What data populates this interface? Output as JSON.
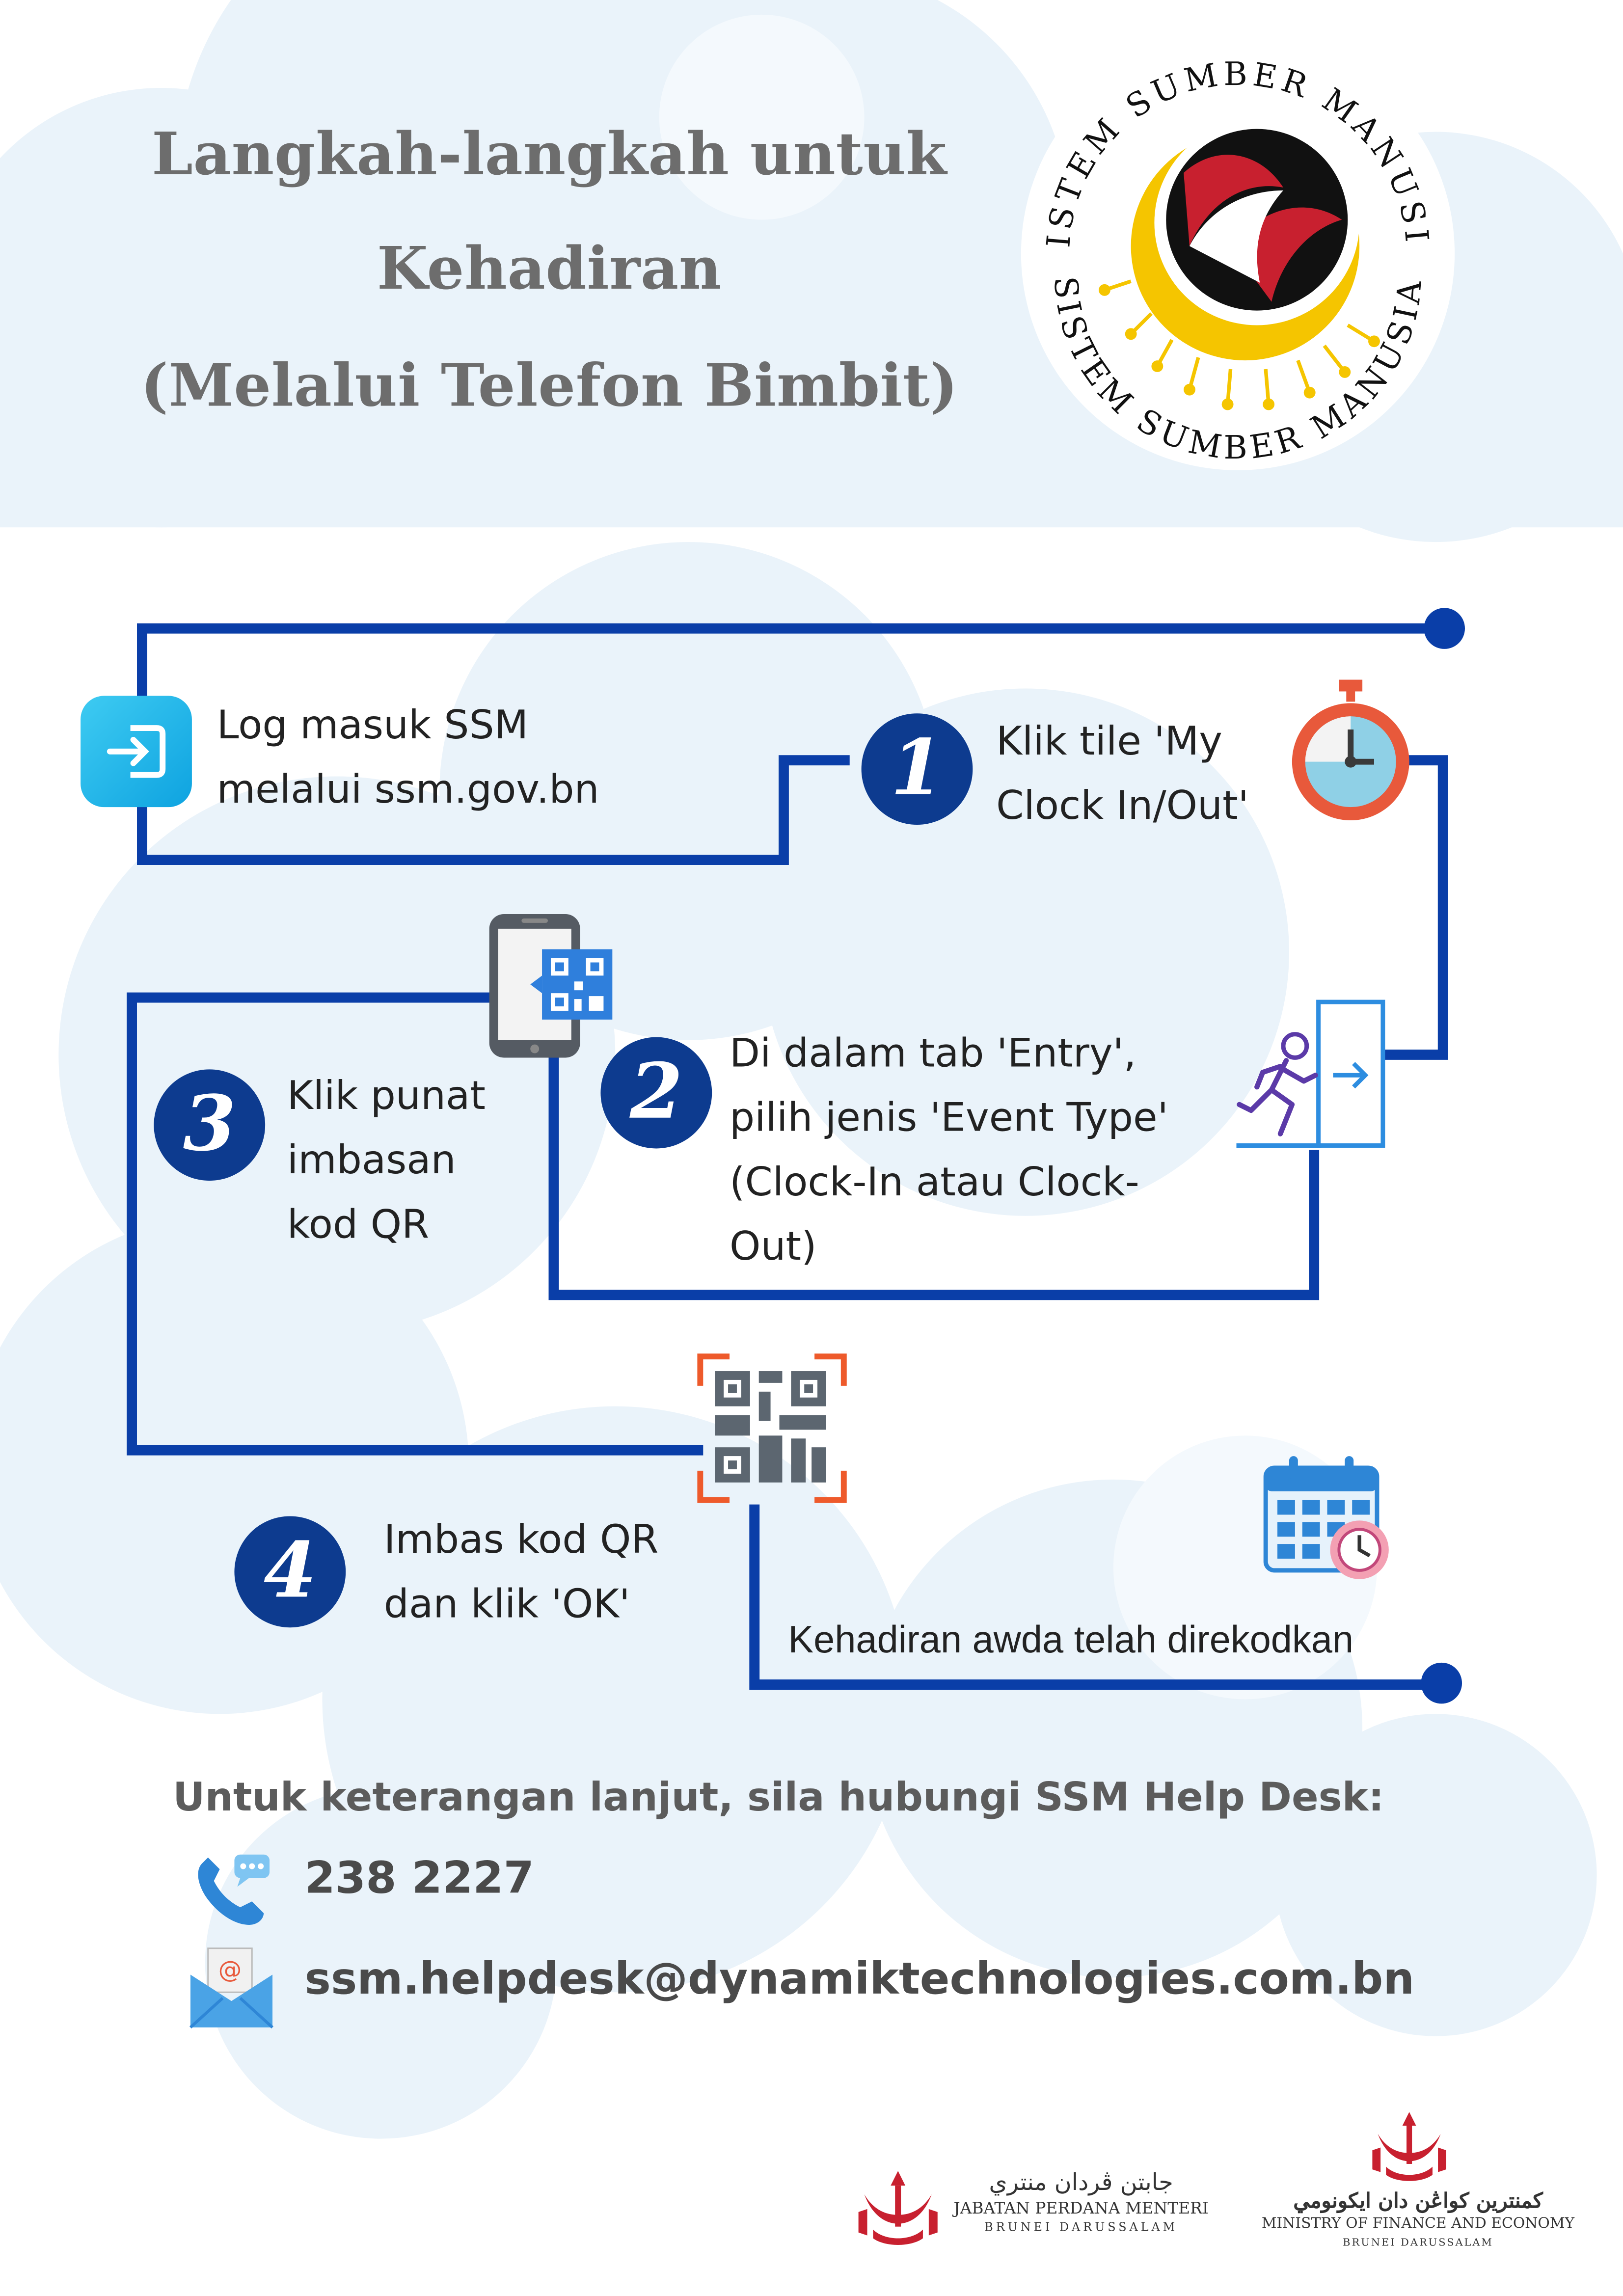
{
  "title": {
    "line1": "Langkah-langkah untuk",
    "line2": "Kehadiran",
    "line3": "(Melalui Telefon Bimbit)"
  },
  "logo": {
    "ring_text_top": "SISTEM SUMBER MANUSIA",
    "ring_text_bottom": "SISTEM SUMBER MANUSIA",
    "colors": {
      "gold": "#f5c500",
      "red": "#c8202f",
      "black": "#111111"
    }
  },
  "steps": {
    "login": {
      "line1": "Log masuk SSM",
      "line2": "melalui ssm.gov.bn",
      "icon": "login-icon"
    },
    "step1": {
      "number": "1",
      "line1": "Klik tile 'My",
      "line2": "Clock In/Out'",
      "icon": "stopwatch-icon"
    },
    "step2": {
      "number": "2",
      "line1": "Di dalam tab 'Entry',",
      "line2": "pilih jenis 'Event Type'",
      "line3": "(Clock-In atau Clock-",
      "line4": "Out)",
      "icon": "exit-runner-icon"
    },
    "step3": {
      "number": "3",
      "line1": "Klik punat",
      "line2": "imbasan",
      "line3": "kod QR",
      "icon": "phone-qr-icon"
    },
    "step4": {
      "number": "4",
      "line1": "Imbas kod QR",
      "line2": "dan klik 'OK'",
      "icon": "qr-scan-icon"
    },
    "done": {
      "text": "Kehadiran awda telah direkodkan",
      "icon": "calendar-clock-icon"
    }
  },
  "contact": {
    "heading": "Untuk keterangan lanjut, sila hubungi SSM Help Desk:",
    "phone": "238 2227",
    "email": "ssm.helpdesk@dynamiktechnologies.com.bn"
  },
  "footer": {
    "jpm_jawi": "جابتن ڤردان منتري",
    "jpm_name": "JABATAN PERDANA MENTERI",
    "jpm_sub": "BRUNEI DARUSSALAM",
    "mofe_jawi": "كمنترين كواڠن دان ايكونومي",
    "mofe_name": "MINISTRY OF FINANCE AND ECONOMY",
    "mofe_sub": "BRUNEI DARUSSALAM"
  },
  "colors": {
    "path_blue": "#0a3ea8",
    "title_gray": "#6d6d6d",
    "number_navy": "#0d3b8f",
    "cloud": "#e7f1f9"
  }
}
